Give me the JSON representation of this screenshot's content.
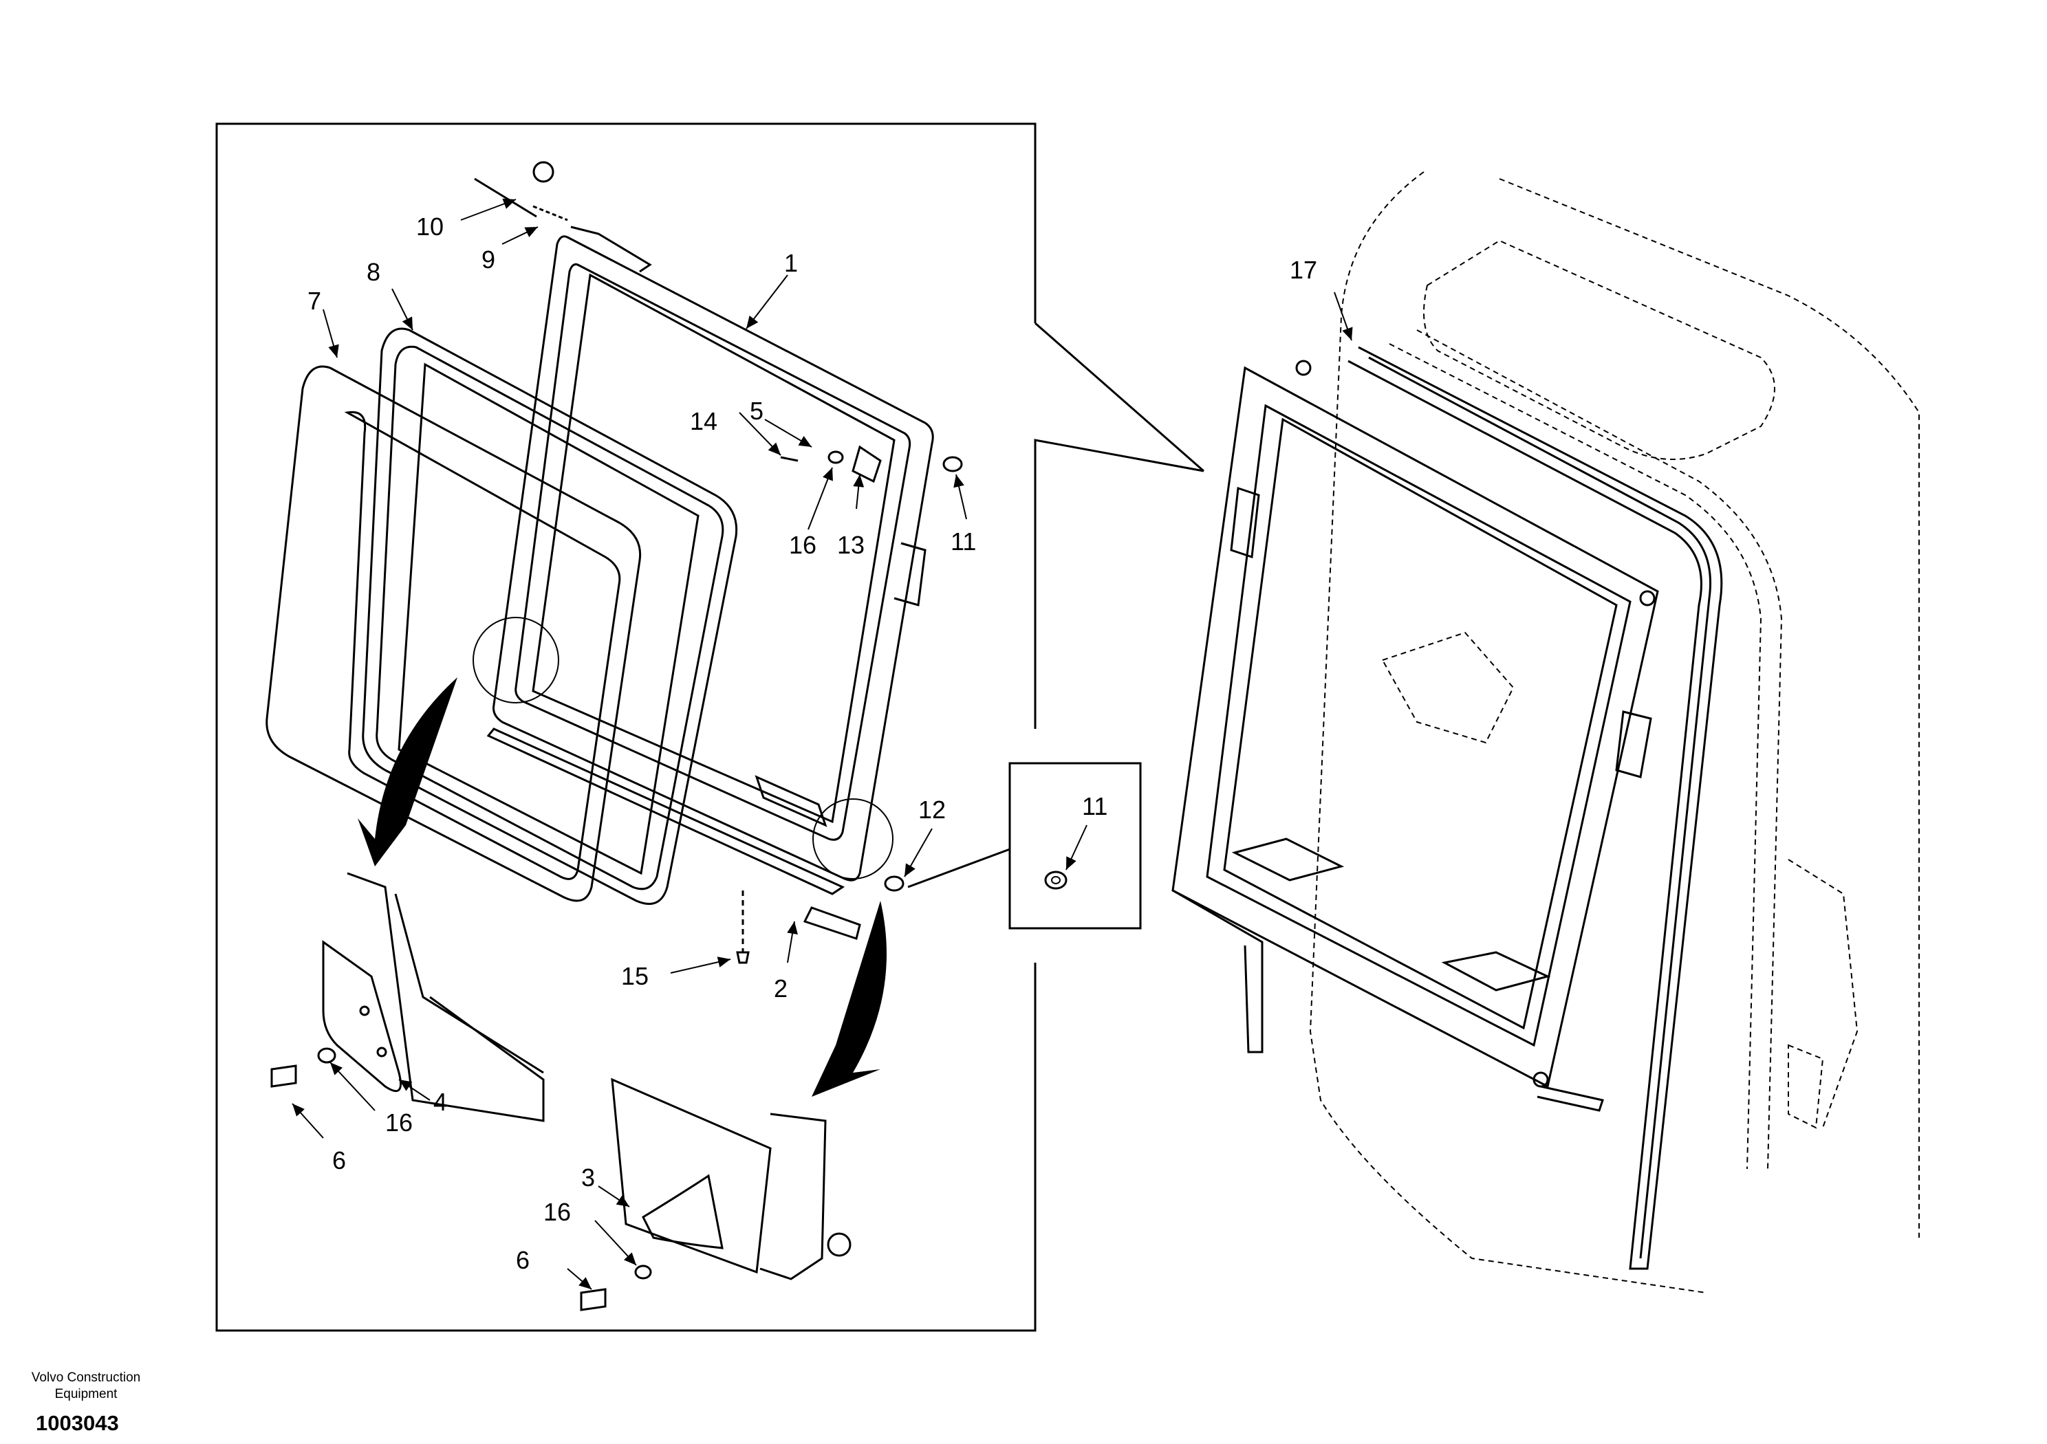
{
  "callouts": {
    "c1": "1",
    "c2": "2",
    "c3": "3",
    "c4": "4",
    "c5": "5",
    "c6a": "6",
    "c6b": "6",
    "c7": "7",
    "c8": "8",
    "c9": "9",
    "c10": "10",
    "c11a": "11",
    "c11b": "11",
    "c12": "12",
    "c13": "13",
    "c14": "14",
    "c15": "15",
    "c16a": "16",
    "c16b": "16",
    "c16c": "16",
    "c17": "17"
  },
  "footer": {
    "brand_line1": "Volvo Construction",
    "brand_line2": "Equipment",
    "document_number": "1003043"
  },
  "colors": {
    "line": "#000000",
    "background": "#ffffff"
  }
}
